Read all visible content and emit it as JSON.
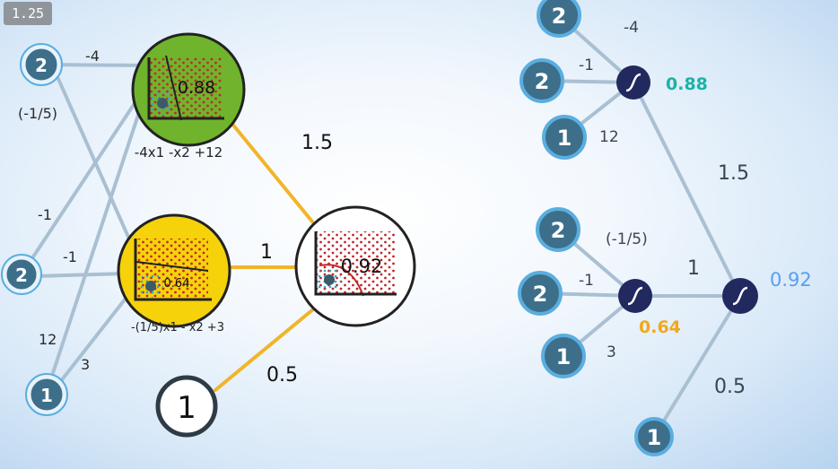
{
  "zoom_badge": "1.25",
  "left_network": {
    "inputs": [
      "2",
      "2",
      "1"
    ],
    "top_edge_weights": [
      "-4",
      "(-1/5)",
      "-1",
      "-1",
      "12",
      "3"
    ],
    "node_top": {
      "value": "0.88",
      "equation": "-4x1 -x2 +12",
      "color": "#6fb42c"
    },
    "node_mid": {
      "value": "0.64",
      "equation": "-(1/5)x1 - x2 +3",
      "color": "#f5d20a"
    },
    "node_out": {
      "value": "0.92"
    },
    "bias_node": "1",
    "output_weights": [
      "1.5",
      "1",
      "0.5"
    ]
  },
  "right_network": {
    "top_inputs": [
      "2",
      "2",
      "1"
    ],
    "top_weights": [
      "-4",
      "-1",
      "12"
    ],
    "top_output": "0.88",
    "mid_inputs": [
      "2",
      "2",
      "1"
    ],
    "mid_weights": [
      "(-1/5)",
      "-1",
      "3"
    ],
    "mid_output": "0.64",
    "out_weights": [
      "1.5",
      "1",
      "0.5"
    ],
    "out_output": "0.92",
    "bias_node": "1"
  },
  "colors": {
    "input_fill": "#3d6f8a",
    "input_ring": "#4ea7da",
    "sigmoid": "#22295e",
    "teal": "#1ab3a6",
    "orange": "#f2a81c",
    "blue": "#5a9ef0",
    "edge_gray": "#9eb8cb",
    "edge_gold": "#f0b52a"
  }
}
